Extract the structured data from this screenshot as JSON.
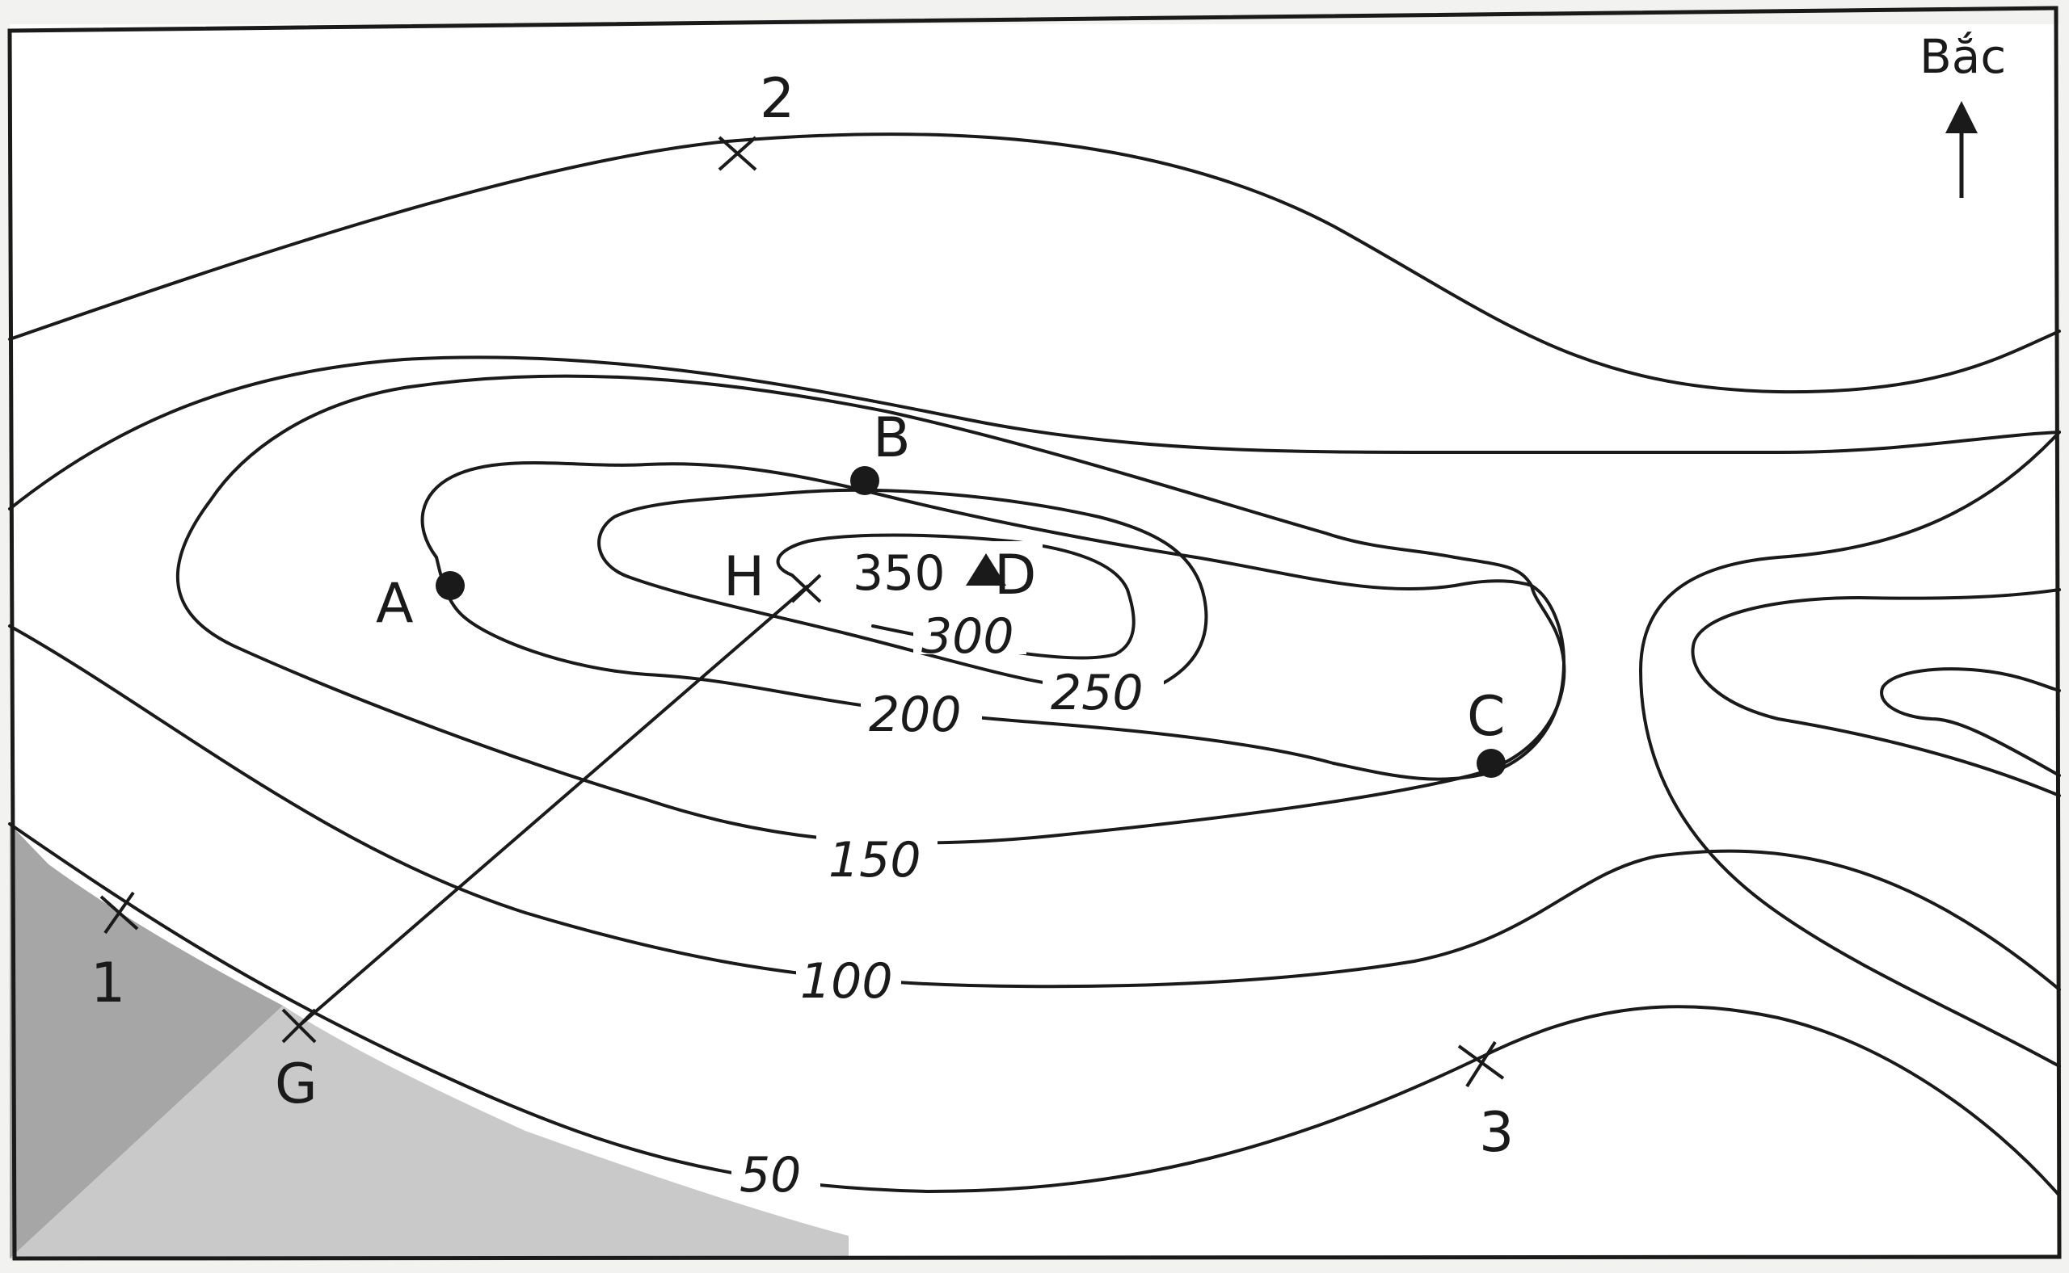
{
  "north_label": "Bắc",
  "contour_labels": {
    "c50": "50",
    "c100": "100",
    "c150": "150",
    "c200": "200",
    "c250": "250",
    "c300": "300"
  },
  "summit": {
    "elevation": "350",
    "label": "D"
  },
  "points": {
    "A": "A",
    "B": "B",
    "C": "C",
    "H": "H",
    "G": "G"
  },
  "markers": {
    "m1": "1",
    "m2": "2",
    "m3": "3"
  },
  "colors": {
    "line": "#1a1a1a",
    "map_background": "#ffffff",
    "shaded_area": "#a6a6a6"
  },
  "icons": {
    "north_arrow": "north-arrow-icon",
    "summit": "triangle-summit-icon"
  }
}
